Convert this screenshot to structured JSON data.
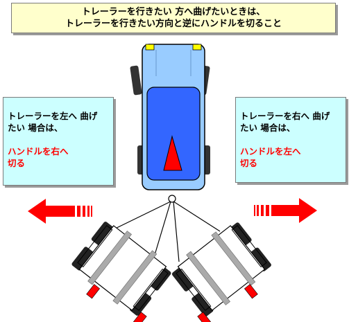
{
  "title": {
    "line1": "トレーラーを行きたい 方へ曲げたいときは、",
    "line2": "トレーラーを行きたい方向と逆にハンドルを切ること"
  },
  "left_box": {
    "line1": "トレーラーを左へ 曲げ",
    "line2": "たい 場合は、",
    "red_line1": "ハンドルを右へ",
    "red_line2": "切る"
  },
  "right_box": {
    "line1": "トレーラーを右へ 曲げ",
    "line2": "たい 場合は、",
    "red_line1": "ハンドルを左へ",
    "red_line2": "切る"
  },
  "colors": {
    "title_bg": "#ffffcc",
    "box_bg": "#ccffff",
    "arrow_red": "#ff0000",
    "car_body": "#99ccff",
    "car_roof": "#3366ff"
  }
}
